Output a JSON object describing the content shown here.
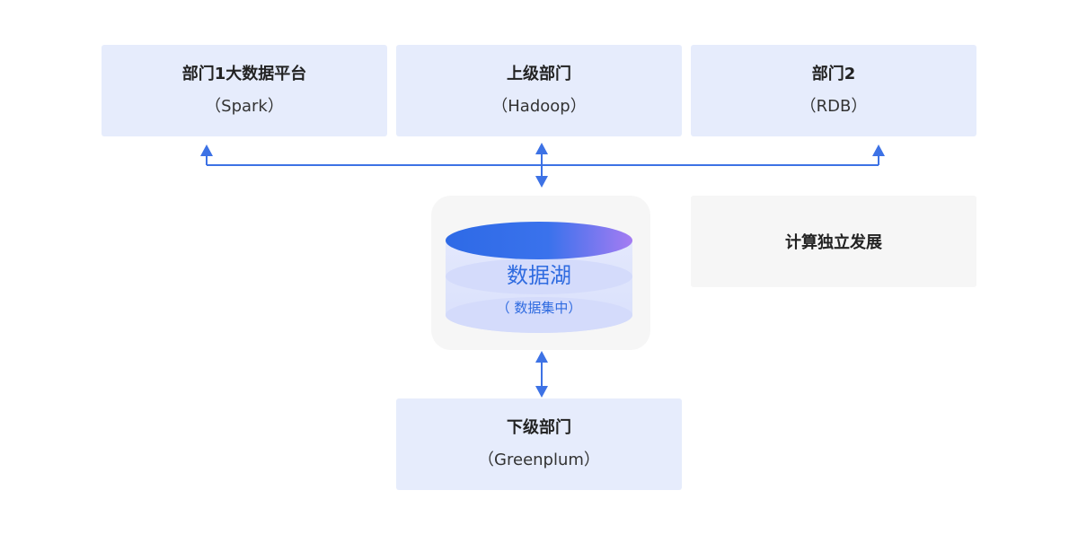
{
  "nodes": {
    "dept1": {
      "title": "部门1大数据平台",
      "sub": "（Spark）"
    },
    "upper": {
      "title": "上级部门",
      "sub": "（Hadoop）"
    },
    "dept2": {
      "title": "部门2",
      "sub": "（RDB）"
    },
    "lower": {
      "title": "下级部门",
      "sub": "（Greenplum）"
    },
    "independent": {
      "title": "计算独立发展"
    }
  },
  "lake": {
    "title": "数据湖",
    "sub": "（ 数据集中）"
  },
  "colors": {
    "arrow": "#3d72e5",
    "box_fill": "#e6ecfc",
    "gray_fill": "#f6f6f6",
    "lake_text": "#2f6be0"
  }
}
